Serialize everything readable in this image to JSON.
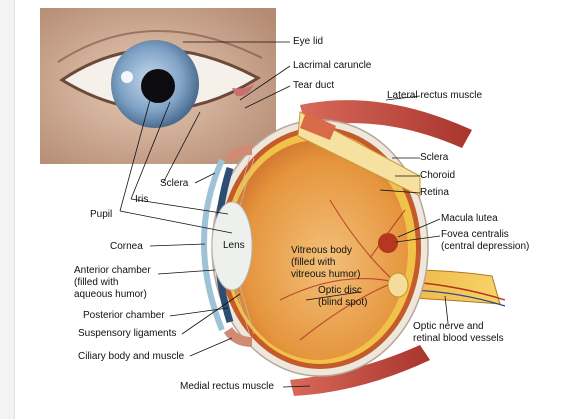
{
  "colors": {
    "iris": "#7fa3c6",
    "sclera": "#f4efe8",
    "vitreous": "#e59a3f",
    "retina": "#f1c24a",
    "choroid": "#c55a2b",
    "muscle": "#c8473b",
    "optic_nerve": "#f2c64d",
    "photo_skin": "#d7b49c"
  },
  "labels": {
    "eye_lid": "Eye lid",
    "lacrimal_caruncle": "Lacrimal caruncle",
    "tear_duct": "Tear duct",
    "lateral_rectus": "Lateral rectus muscle",
    "sclera_right": "Sclera",
    "choroid": "Choroid",
    "retina": "Retina",
    "macula": "Macula lutea",
    "fovea": "Fovea centralis\n(central depression)",
    "optic_nerve": "Optic nerve and\nretinal blood vessels",
    "medial_rectus": "Medial rectus muscle",
    "ciliary": "Ciliary body and muscle",
    "suspensory": "Suspensory ligaments",
    "posterior_chamber": "Posterior chamber",
    "anterior_chamber": "Anterior chamber\n(filled with\naqueous humor)",
    "cornea": "Cornea",
    "pupil": "Pupil",
    "iris": "Iris",
    "sclera_left": "Sclera",
    "lens": "Lens",
    "vitreous": "Vitreous body\n(filled with\nvitreous humor)",
    "optic_disc": "Optic disc\n(blind spot)"
  }
}
